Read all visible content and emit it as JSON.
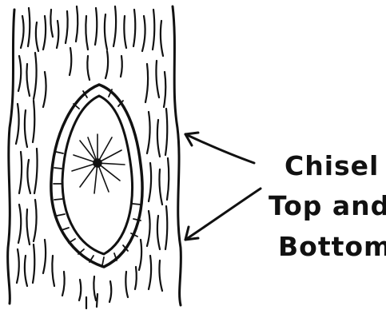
{
  "annotation": {
    "lines": [
      "Chisel",
      "Top and",
      "Bottom"
    ]
  },
  "colors": {
    "ink": "#111111",
    "paper": "#ffffff"
  }
}
